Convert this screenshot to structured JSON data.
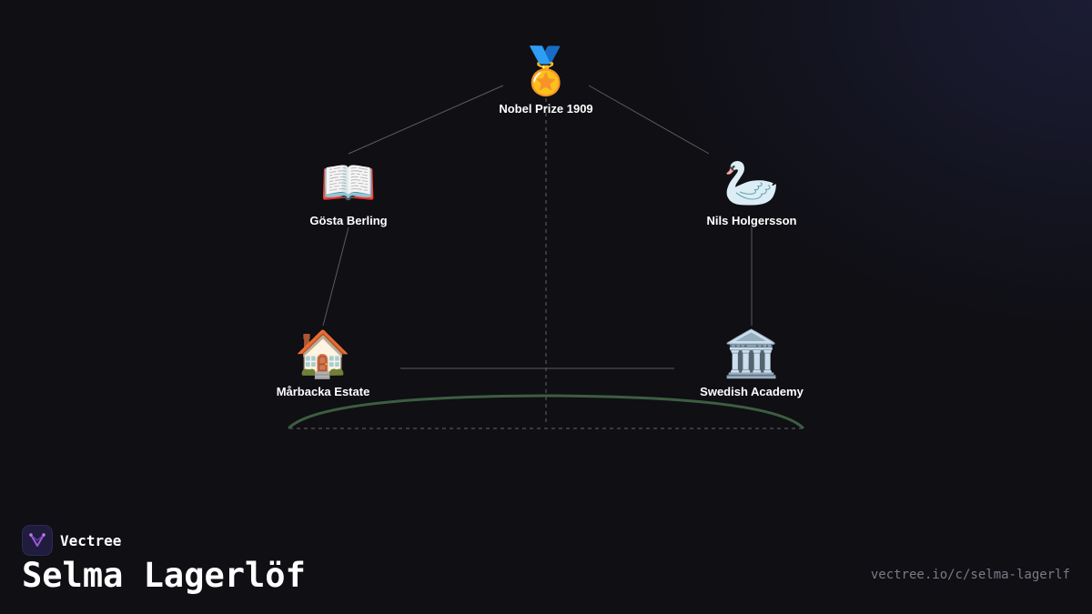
{
  "diagram": {
    "nodes": [
      {
        "id": "nobel",
        "icon": "medal-icon",
        "glyph": "🏅",
        "label": "Nobel Prize 1909"
      },
      {
        "id": "gosta",
        "icon": "open-book-icon",
        "glyph": "📖",
        "label": "Gösta Berling"
      },
      {
        "id": "nils",
        "icon": "swan-icon",
        "glyph": "🦢",
        "label": "Nils Holgersson"
      },
      {
        "id": "marbacka",
        "icon": "house-icon",
        "glyph": "🏠",
        "label": "Mårbacka Estate"
      },
      {
        "id": "academy",
        "icon": "classical-building-icon",
        "glyph": "🏛️",
        "label": "Swedish Academy"
      }
    ],
    "edges": [
      [
        "nobel",
        "gosta"
      ],
      [
        "nobel",
        "nils"
      ],
      [
        "gosta",
        "marbacka"
      ],
      [
        "nils",
        "academy"
      ],
      [
        "marbacka",
        "academy"
      ]
    ],
    "colors": {
      "link": "#5a5a60",
      "axis": "#55555c",
      "arc": "#3d5e40"
    }
  },
  "brand": {
    "name": "Vectree",
    "logo_icon": "vectree-logo-icon",
    "logo_color": "#9b59d6"
  },
  "page": {
    "title": "Selma Lagerlöf",
    "url": "vectree.io/c/selma-lagerlf"
  }
}
